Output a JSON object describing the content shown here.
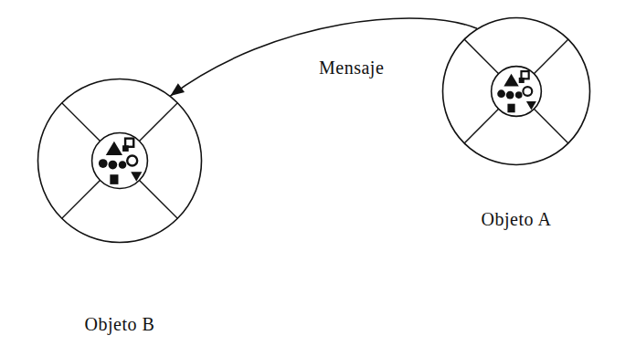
{
  "diagram": {
    "nodes": [
      {
        "text": [
          "Objeto A"
        ]
      },
      {
        "text": [
          "Objeto B"
        ]
      }
    ],
    "edges": [
      {
        "from": 0,
        "to": 1,
        "label": "Mensaje",
        "arrow": "to"
      }
    ]
  }
}
